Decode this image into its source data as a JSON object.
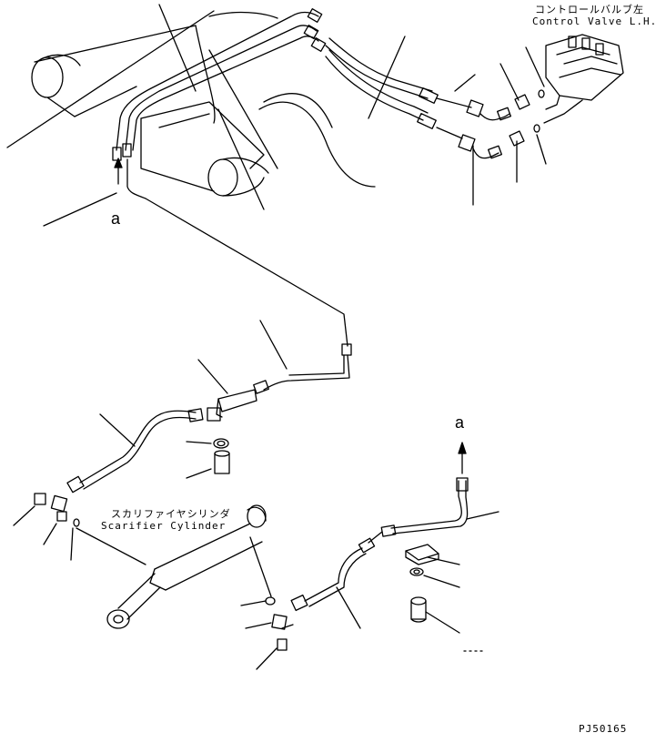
{
  "labels": {
    "control_valve_jp": "コントロールバルブ左",
    "control_valve_en": "Control Valve L.H.",
    "scarifier_jp": "スカリファイヤシリンダ",
    "scarifier_en": "Scarifier Cylinder",
    "view_a_top": "a",
    "view_a_bottom": "a",
    "drawing_number": "PJ50165"
  },
  "colors": {
    "line": "#000000",
    "background": "#ffffff"
  }
}
